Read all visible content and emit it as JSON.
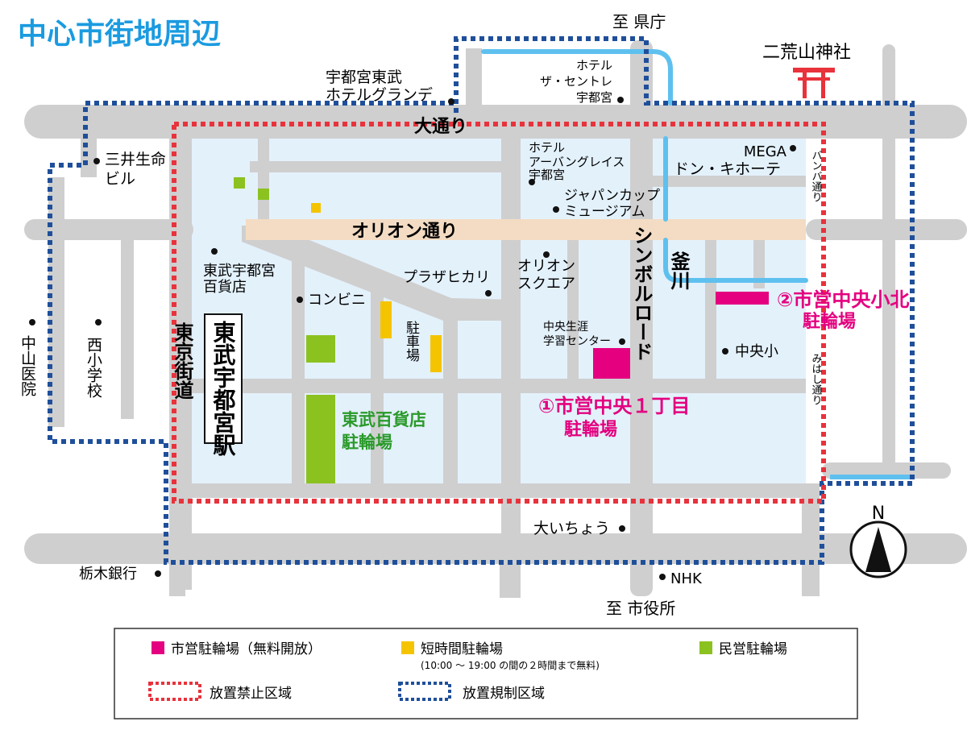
{
  "title": "中心市街地周辺",
  "colors": {
    "title": "#1a9be0",
    "road": "#cfcfcf",
    "block": "#e3f1fb",
    "orion": "#f3dcc3",
    "river": "#5ec0ef",
    "red_zone": "#e8323c",
    "blue_zone": "#1f4f9a",
    "municipal": "#e4007f",
    "short_term": "#f5c400",
    "private": "#8cc220",
    "torii": "#e8323c",
    "green_text": "#2a9a2a"
  },
  "directions": {
    "north": "至 県庁",
    "south": "至 市役所"
  },
  "roads": {
    "odori": "大通り",
    "orion": "オリオン通り",
    "symbol": "シンボルロード",
    "tokyo_kaido": "東京街道",
    "banba": "バンバ通り",
    "mihashi": "みはし通り"
  },
  "river": "釜川",
  "station": "東武宇都宮駅",
  "landmarks": {
    "futarasan": "二荒山神社",
    "hotel_grande_1": "宇都宮東武",
    "hotel_grande_2": "ホテルグランデ",
    "centre_1": "ホテル",
    "centre_2": "ザ・セントレ",
    "centre_3": "宇都宮",
    "mitsui_1": "三井生命",
    "mitsui_2": "ビル",
    "urban_1": "ホテル",
    "urban_2": "アーバングレイス",
    "urban_3": "宇都宮",
    "japancup_1": "ジャパンカップ",
    "japancup_2": "ミュージアム",
    "mega_1": "MEGA",
    "mega_2": "ドン・キホーテ",
    "tobu_dept_1": "東武宇都宮",
    "tobu_dept_2": "百貨店",
    "konbini": "コンビニ",
    "plaza": "プラザヒカリ",
    "orion_sq_1": "オリオン",
    "orion_sq_2": "スクエア",
    "shogai_1": "中央生涯",
    "shogai_2": "学習センター",
    "chuo_sho": "中央小",
    "nakayama": "中山医院",
    "nishi_sho": "西小学校",
    "ooicho": "大いちょう",
    "tochigi_bank": "栃木銀行",
    "nhk": "NHK"
  },
  "parking": {
    "p1_line1": "①市営中央１丁目",
    "p1_line2": "駐輪場",
    "p2_line1": "②市営中央小北",
    "p2_line2": "駐輪場",
    "tobu_line1": "東武百貨店",
    "tobu_line2": "駐輪場",
    "short_label": "駐車場"
  },
  "compass": "N",
  "legend": {
    "municipal": "市営駐輪場（無料開放）",
    "short_term": "短時間駐輪場",
    "short_term_note": "(10:00 ～ 19:00 の間の２時間まで無料)",
    "private": "民営駐輪場",
    "no_parking": "放置禁止区域",
    "regulated": "放置規制区域"
  }
}
